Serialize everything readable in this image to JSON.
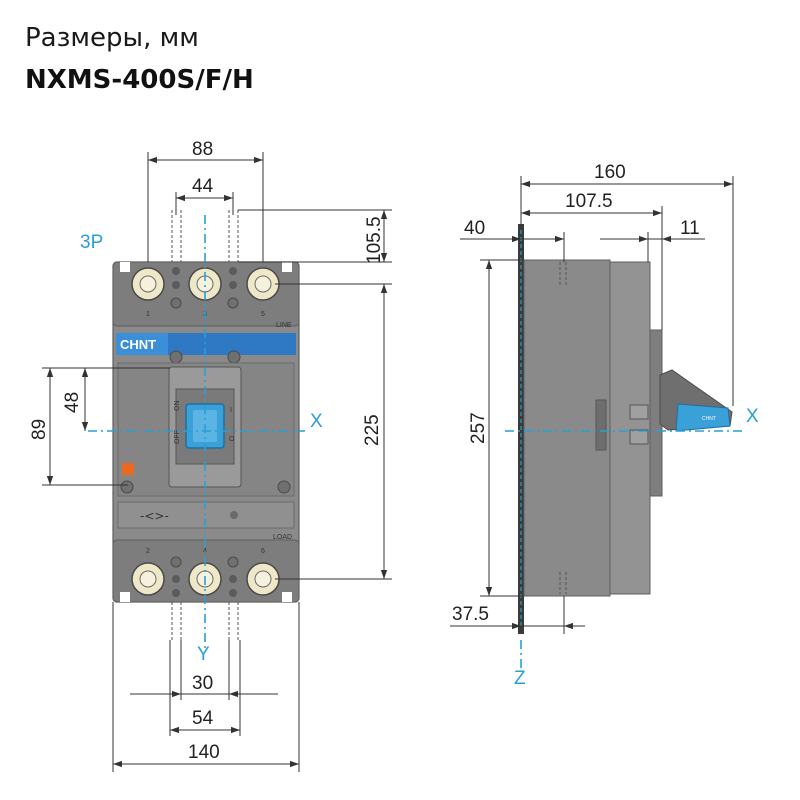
{
  "header": {
    "subtitle": "Размеры, мм",
    "title": "NXMS-400S/F/H"
  },
  "colors": {
    "accent": "#2a9fd6",
    "body": "#8a8a8a",
    "body_dark": "#6f6f6f",
    "handle": "#3aa0d8",
    "brand_bar": "#2f79c4",
    "terminal": "#efe8c8",
    "indicator": "#e86a1e"
  },
  "front_view": {
    "poles_label": "3P",
    "brand": "CHNT",
    "terminal_numbers_top": [
      "1",
      "3",
      "5"
    ],
    "terminal_numbers_bottom": [
      "2",
      "4",
      "6"
    ],
    "line_label": "LINE",
    "load_label": "LOAD",
    "handle_on": "ON",
    "handle_off": "OFF",
    "handle_i": "I",
    "handle_o": "O",
    "axis_x": "X",
    "axis_y": "Y",
    "dimensions": {
      "overall_width": "140",
      "terminal_pitch_outer": "88",
      "terminal_pitch": "44",
      "terminal_top": "105.5",
      "height_between": "225",
      "mount_pitch_outer": "54",
      "mount_pitch": "30",
      "center_height": "89",
      "center_offset": "48"
    }
  },
  "side_view": {
    "axis_x": "X",
    "axis_z": "Z",
    "dimensions": {
      "overall_depth": "160",
      "handle_depth": "107.5",
      "base_plate": "40",
      "handle_end": "11",
      "height": "257",
      "bottom_offset": "37.5"
    }
  }
}
